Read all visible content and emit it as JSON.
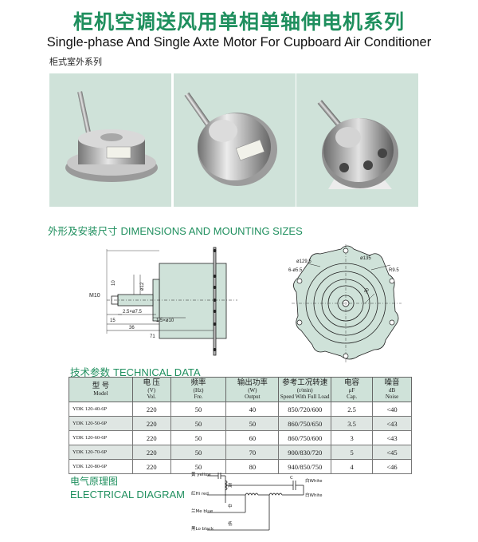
{
  "header": {
    "title_cn": "柜机空调送风用单相单轴伸电机系列",
    "title_en": "Single-phase And Single Axte Motor For Cupboard Air Conditioner",
    "series_label": "柜式室外系列"
  },
  "sections": {
    "dimensions_cn": "外形及安装尺寸",
    "dimensions_en": "DIMENSIONS AND MOUNTING SIZES",
    "technical_cn": "技术参数",
    "technical_en": "TECHNICAL DATA",
    "electrical_cn": "电气原理图",
    "electrical_en": "ELECTRICAL DIAGRAM"
  },
  "side_view": {
    "thread": "M10",
    "keyway": "10",
    "shaft_dia": "ø12",
    "dim_2_5": "2.5×ø7.5",
    "dim_15": "15",
    "dim_36": "36",
    "dim_71": "71",
    "dim_1_5": "1.5×ø10"
  },
  "front_view": {
    "dia_outer": "ø135",
    "dia_pcd": "ø129.5",
    "holes": "6-ø5.5",
    "radius": "R9.5",
    "offset": "30"
  },
  "table": {
    "headers": [
      {
        "cn": "型 号",
        "en": "Model"
      },
      {
        "cn": "电 压",
        "sub": "(V)",
        "en": "Vol."
      },
      {
        "cn": "频率",
        "sub": "(Hz)",
        "en": "Fre."
      },
      {
        "cn": "输出功率",
        "sub": "(W)",
        "en": "Output"
      },
      {
        "cn": "参考工况转速",
        "sub": "(r/min)",
        "en": "Speed With Full Load"
      },
      {
        "cn": "电容",
        "sub": "μF",
        "en": "Cap."
      },
      {
        "cn": "噪音",
        "sub": "dB",
        "en": "Noise"
      }
    ],
    "rows": [
      [
        "YDK 120-40-6P",
        "220",
        "50",
        "40",
        "850/720/600",
        "2.5",
        "<40"
      ],
      [
        "YDK 120-50-6P",
        "220",
        "50",
        "50",
        "860/750/650",
        "3.5",
        "<43"
      ],
      [
        "YDK 120-60-6P",
        "220",
        "50",
        "60",
        "860/750/600",
        "3",
        "<43"
      ],
      [
        "YDK 120-70-6P",
        "220",
        "50",
        "70",
        "900/830/720",
        "5",
        "<45"
      ],
      [
        "YDK 120-80-6P",
        "220",
        "50",
        "80",
        "940/850/750",
        "4",
        "<46"
      ]
    ]
  },
  "electrical": {
    "yellow": "黄 yellow",
    "high": "高",
    "red": "红Hi red",
    "middle": "中",
    "blue": "兰Me blue",
    "low": "低",
    "black": "黑Lo black",
    "white_top": "白White",
    "white_bottom": "白White",
    "cap_label": "C"
  },
  "colors": {
    "accent_green": "#1f8f5e",
    "photo_bg": "#cfe2d9",
    "table_header": "#cfe2d9"
  }
}
